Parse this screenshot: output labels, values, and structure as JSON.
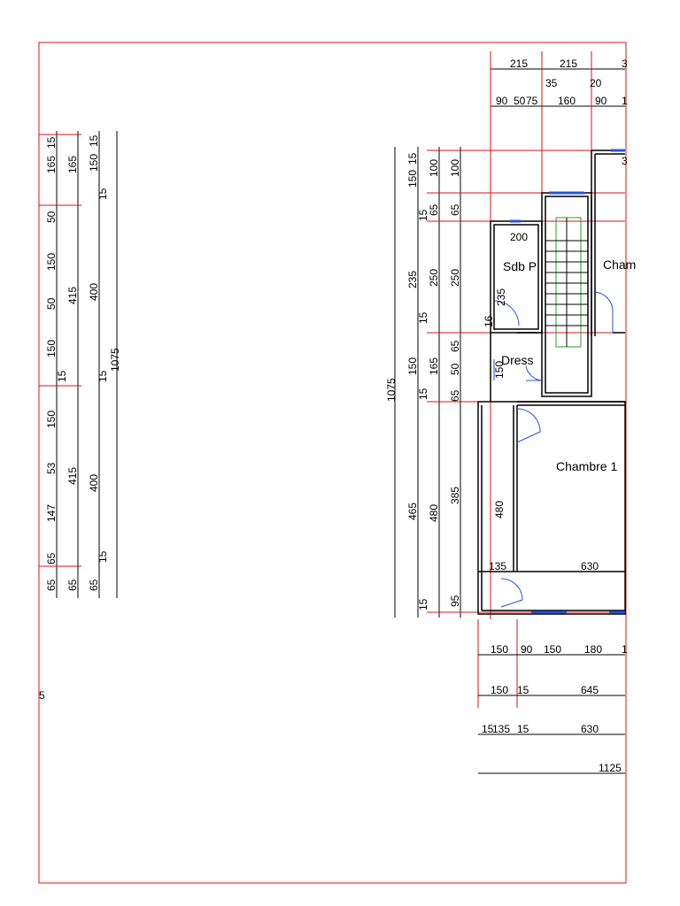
{
  "top_dims": {
    "row1": [
      "215",
      "215",
      "3"
    ],
    "row2": [
      "90",
      "50",
      "75",
      "35",
      "160",
      "20",
      "90",
      "1"
    ],
    "inner": [
      "200",
      "3"
    ]
  },
  "left_chain_1": [
    "165",
    "15",
    "50",
    "150",
    "50",
    "150",
    "15",
    "150",
    "53",
    "147",
    "65",
    "65"
  ],
  "left_chain_2": [
    "165",
    "415",
    "15",
    "415",
    "65"
  ],
  "left_chain_3": [
    "150",
    "15",
    "15",
    "400",
    "15",
    "400",
    "15",
    "65"
  ],
  "left_total": "1075",
  "mid_chain_1": [
    "150",
    "15",
    "15",
    "235",
    "15",
    "150",
    "15",
    "465",
    "15"
  ],
  "mid_chain_2": [
    "100",
    "65",
    "250",
    "165",
    "480"
  ],
  "mid_chain_3": [
    "100",
    "65",
    "250",
    "65",
    "50",
    "65",
    "385",
    "95"
  ],
  "mid_total": "1075",
  "inner_dims": [
    "235",
    "16",
    "150",
    "480",
    "135",
    "630"
  ],
  "rooms": {
    "sdb": "Sdb P",
    "chambre_top": "Cham",
    "dress": "Dress",
    "chambre_1": "Chambre 1"
  },
  "bottom_dims": {
    "row1": [
      "150",
      "90",
      "150",
      "180",
      "1"
    ],
    "row2": [
      "150",
      "15",
      "645"
    ],
    "row3": [
      "15",
      "135",
      "15",
      "630"
    ],
    "total": "1125"
  },
  "stray_mark": "5"
}
